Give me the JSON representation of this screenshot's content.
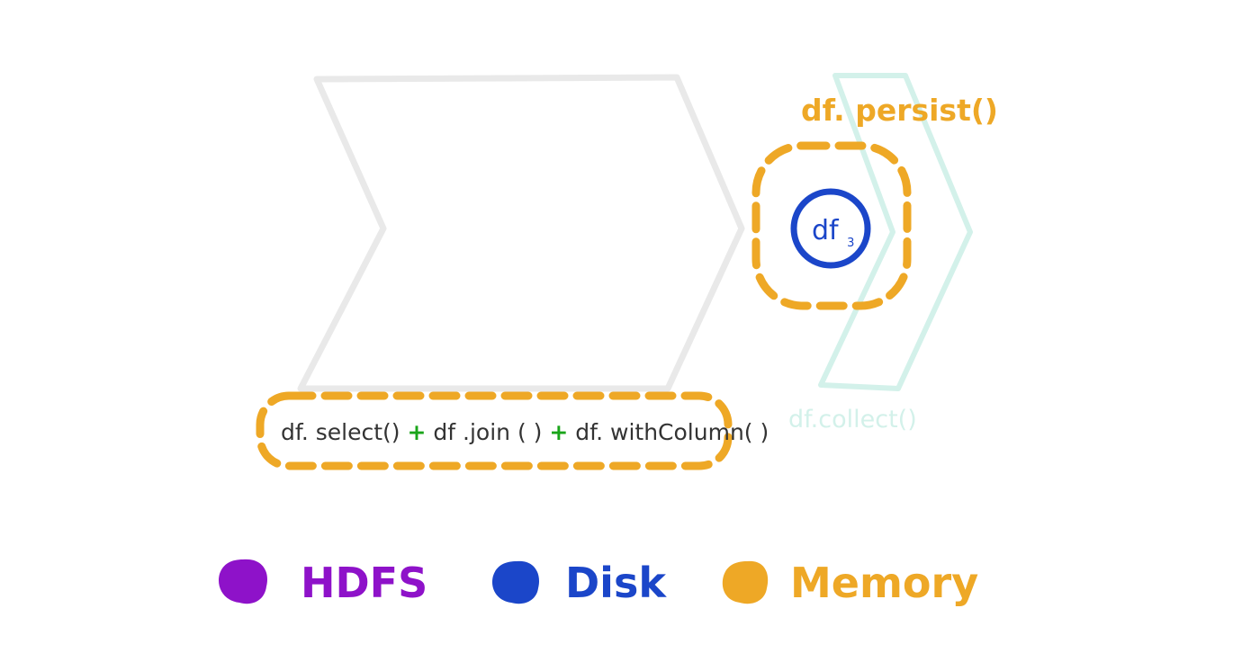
{
  "ops_label": {
    "select": "df. select()",
    "plus1": "+",
    "join": "df .join ( )",
    "plus2": "+",
    "withcolumn": "df. withColumn( )"
  },
  "persist_label": "df. persist()",
  "collect_label": "df.collect()",
  "node": {
    "main": "df",
    "sub": "3"
  },
  "legend": [
    {
      "label": "HDFS",
      "color": "#8e12c9"
    },
    {
      "label": "Disk",
      "color": "#1b46c9"
    },
    {
      "label": "Memory",
      "color": "#eea826"
    }
  ],
  "colors": {
    "stage_outline": "#e9e9e9",
    "next_stage_outline": "#d3f1ea",
    "dashed_border": "#eea826",
    "plus": "#1aa51a",
    "ops_text": "#333333",
    "node_ring": "#1b46c9",
    "collect_text": "#d3f1ea"
  }
}
